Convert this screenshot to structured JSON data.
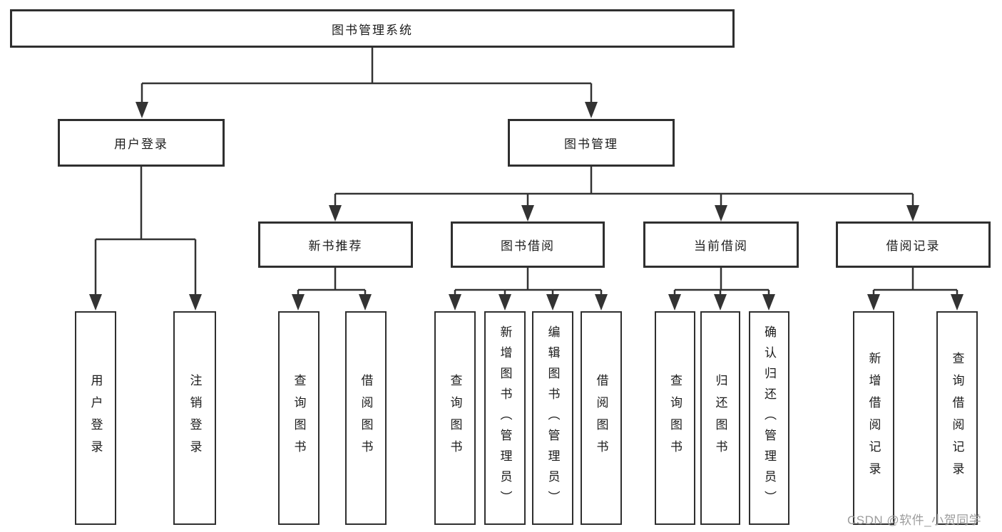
{
  "colors": {
    "line": "#333333",
    "box_border": "#2f2f2f",
    "text": "#1c1c1c",
    "watermark": "#9c9c9c",
    "background": "#ffffff"
  },
  "watermark": {
    "text": "CSDN @软件_小贺同学"
  },
  "nodes": {
    "root": {
      "label": "图书管理系统"
    },
    "user_login": {
      "label": "用户登录"
    },
    "book_mgmt": {
      "label": "图书管理"
    },
    "new_book_recommend": {
      "label": "新书推荐"
    },
    "book_borrow": {
      "label": "图书借阅"
    },
    "current_borrow": {
      "label": "当前借阅"
    },
    "borrow_record": {
      "label": "借阅记录"
    },
    "leaf_user_login": {
      "label": "用户登录"
    },
    "leaf_logout": {
      "label": "注销登录"
    },
    "leaf_query_book_recommend": {
      "label": "查询图书"
    },
    "leaf_borrow_book_recommend": {
      "label": "借阅图书"
    },
    "leaf_query_book_borrow": {
      "label": "查询图书"
    },
    "leaf_add_book_admin": {
      "label": "新增图书（管理员）"
    },
    "leaf_edit_book_admin": {
      "label": "编辑图书（管理员）"
    },
    "leaf_borrow_book_borrow": {
      "label": "借阅图书"
    },
    "leaf_query_book_current": {
      "label": "查询图书"
    },
    "leaf_return_book": {
      "label": "归还图书"
    },
    "leaf_confirm_return_admin": {
      "label": "确认归还（管理员）"
    },
    "leaf_add_borrow_record": {
      "label": "新增借阅记录"
    },
    "leaf_query_borrow_record": {
      "label": "查询借阅记录"
    }
  }
}
